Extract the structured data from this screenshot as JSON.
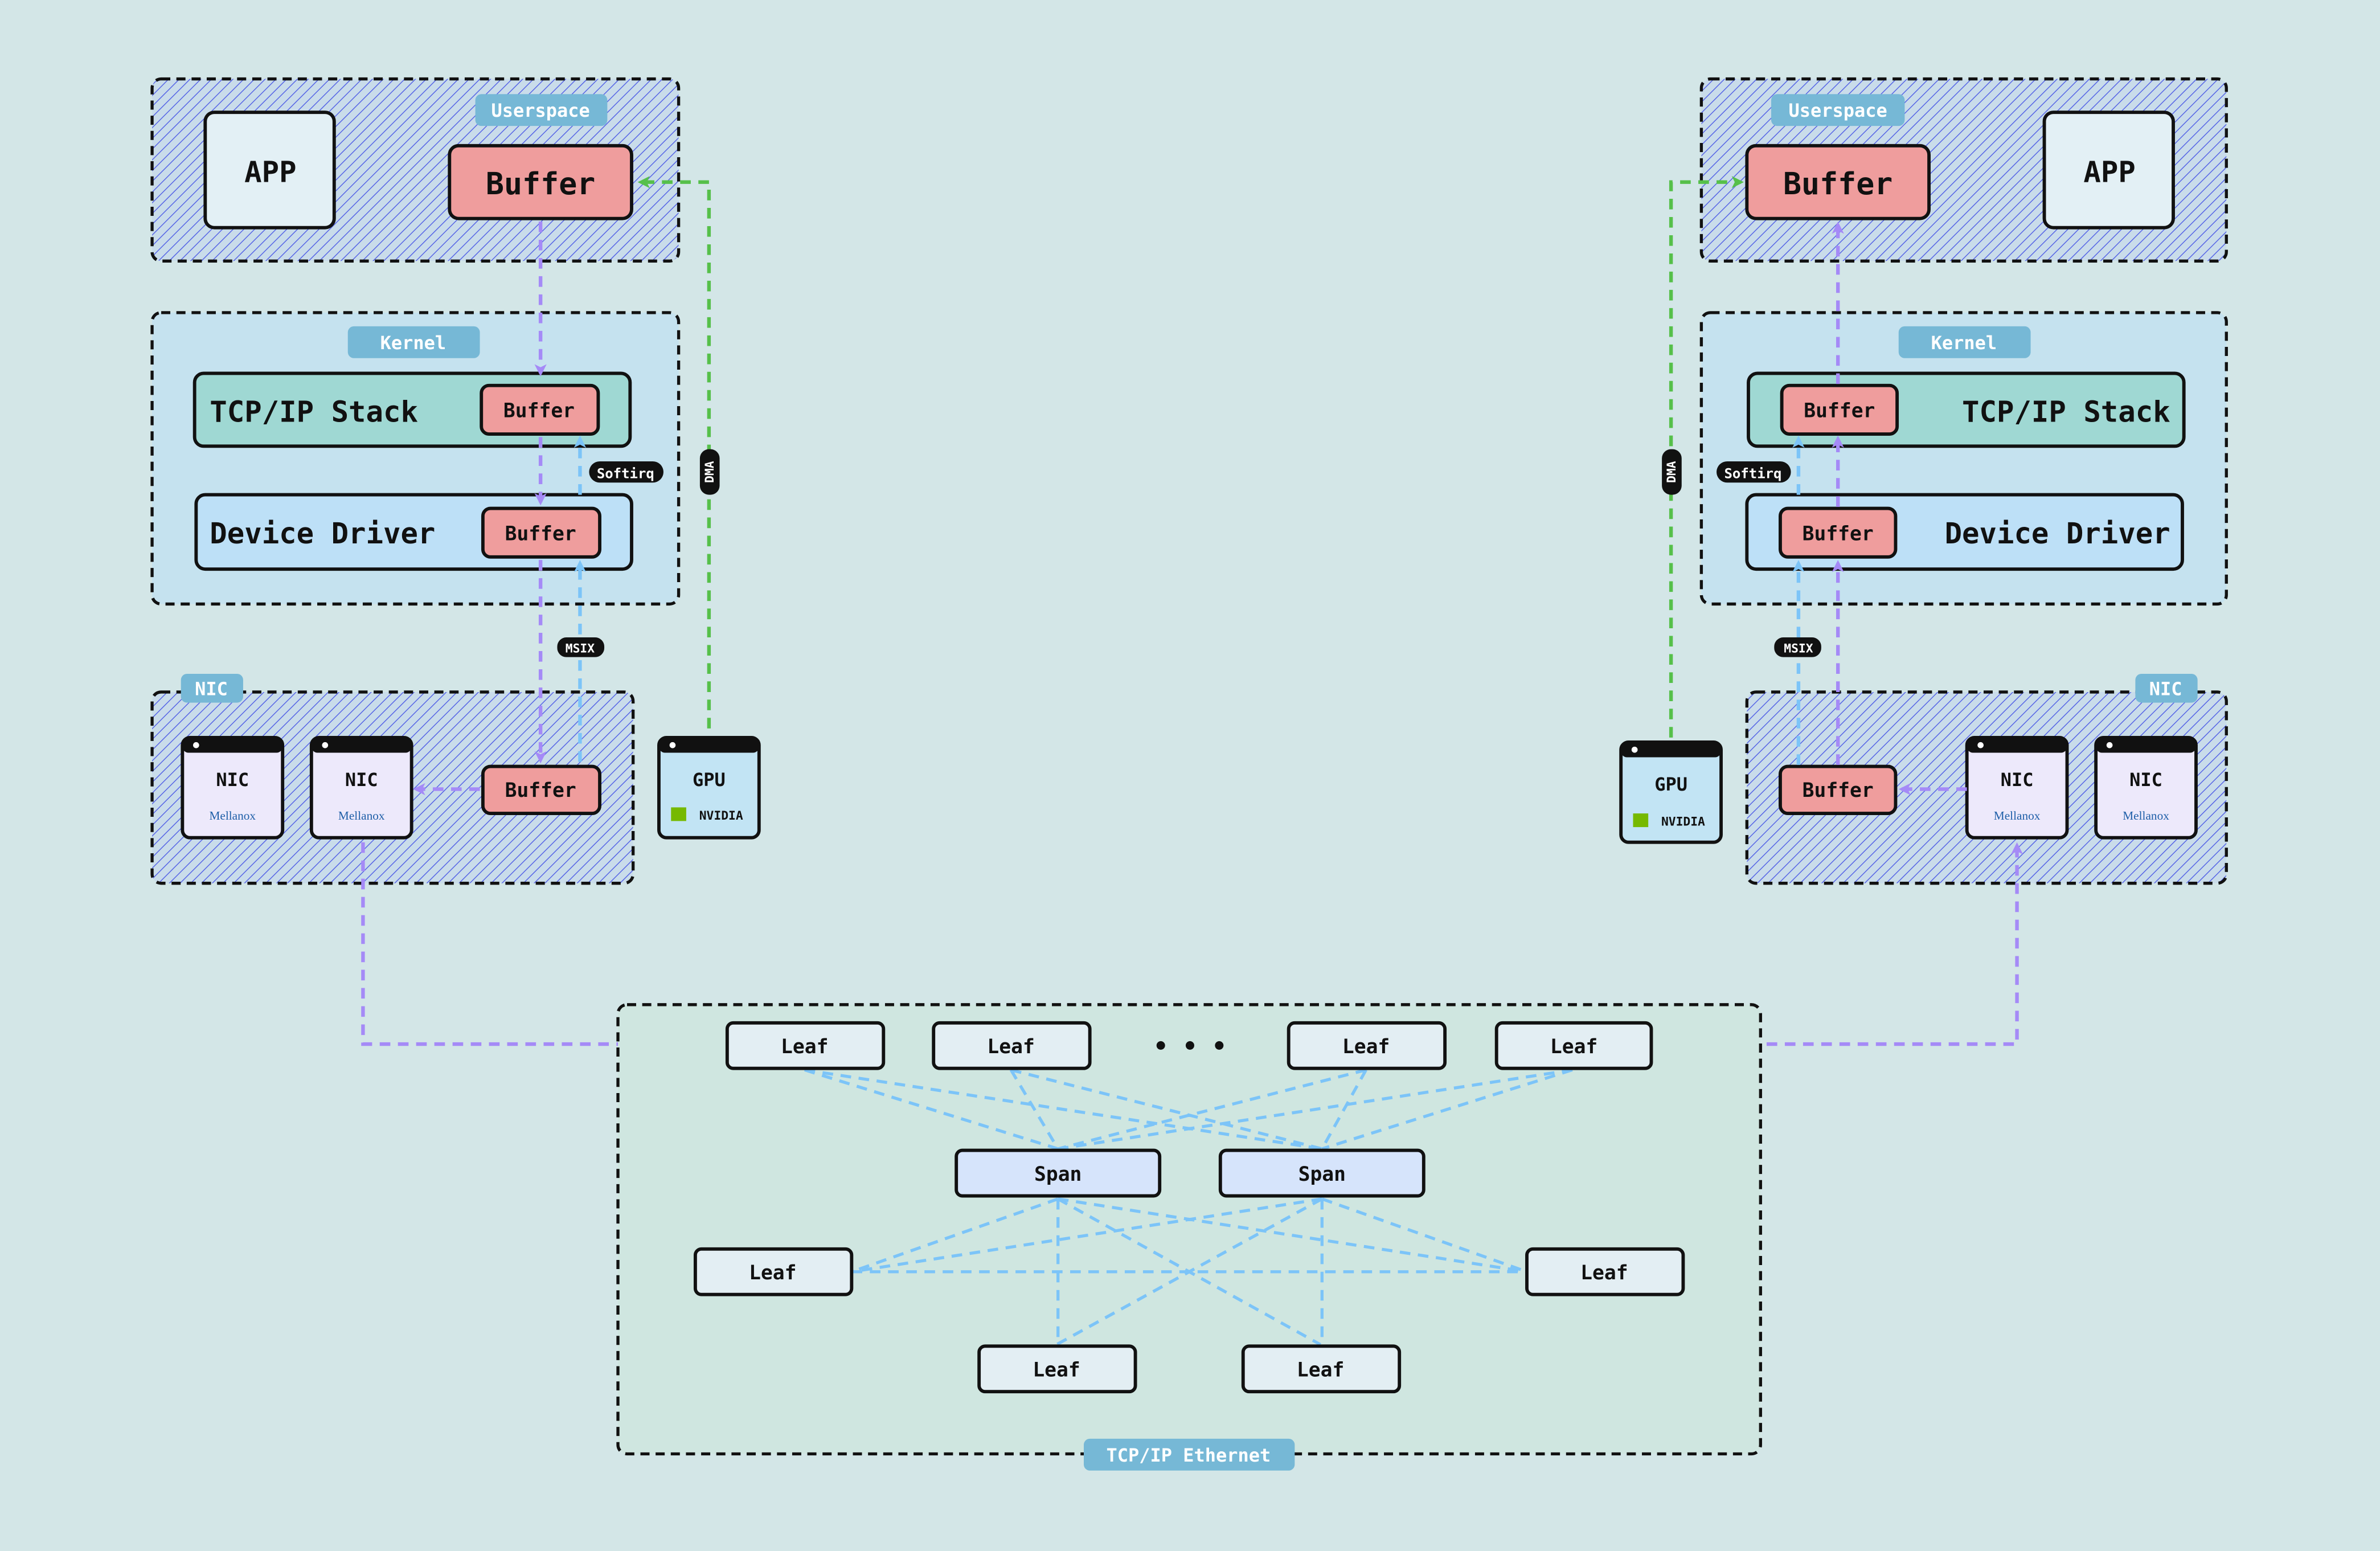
{
  "colors": {
    "background": "#d3e6e7",
    "buffer": "#ef9d9d",
    "zone_label": "#76b8d6",
    "data_path": "#a58af7",
    "interrupt_path": "#7cc4f8",
    "dma_path": "#56c04a",
    "hatch": "#5563e6"
  },
  "left_host": {
    "userspace": {
      "label": "Userspace",
      "app": "APP",
      "buffer": "Buffer"
    },
    "kernel": {
      "label": "Kernel",
      "tcpip": "TCP/IP Stack",
      "tcpip_buffer": "Buffer",
      "driver": "Device Driver",
      "driver_buffer": "Buffer",
      "softirq": "Softirq"
    },
    "nic": {
      "label": "NIC",
      "buffer": "Buffer",
      "cards": [
        {
          "title": "NIC",
          "logo": "Mellanox"
        },
        {
          "title": "NIC",
          "logo": "Mellanox"
        }
      ],
      "msix": "MSIX"
    },
    "gpu": {
      "title": "GPU",
      "logo": "NVIDIA"
    },
    "dma": "DMA"
  },
  "right_host": {
    "userspace": {
      "label": "Userspace",
      "app": "APP",
      "buffer": "Buffer"
    },
    "kernel": {
      "label": "Kernel",
      "tcpip": "TCP/IP Stack",
      "tcpip_buffer": "Buffer",
      "driver": "Device Driver",
      "driver_buffer": "Buffer",
      "softirq": "Softirq"
    },
    "nic": {
      "label": "NIC",
      "buffer": "Buffer",
      "cards": [
        {
          "title": "NIC",
          "logo": "Mellanox"
        },
        {
          "title": "NIC",
          "logo": "Mellanox"
        }
      ],
      "msix": "MSIX"
    },
    "gpu": {
      "title": "GPU",
      "logo": "NVIDIA"
    },
    "dma": "DMA"
  },
  "network": {
    "label": "TCP/IP Ethernet",
    "top_leaves": [
      "Leaf",
      "Leaf",
      "Leaf",
      "Leaf"
    ],
    "ellipsis": "• • •",
    "spans": [
      "Span",
      "Span"
    ],
    "side_leaves": [
      "Leaf",
      "Leaf"
    ],
    "bottom_leaves": [
      "Leaf",
      "Leaf"
    ]
  }
}
